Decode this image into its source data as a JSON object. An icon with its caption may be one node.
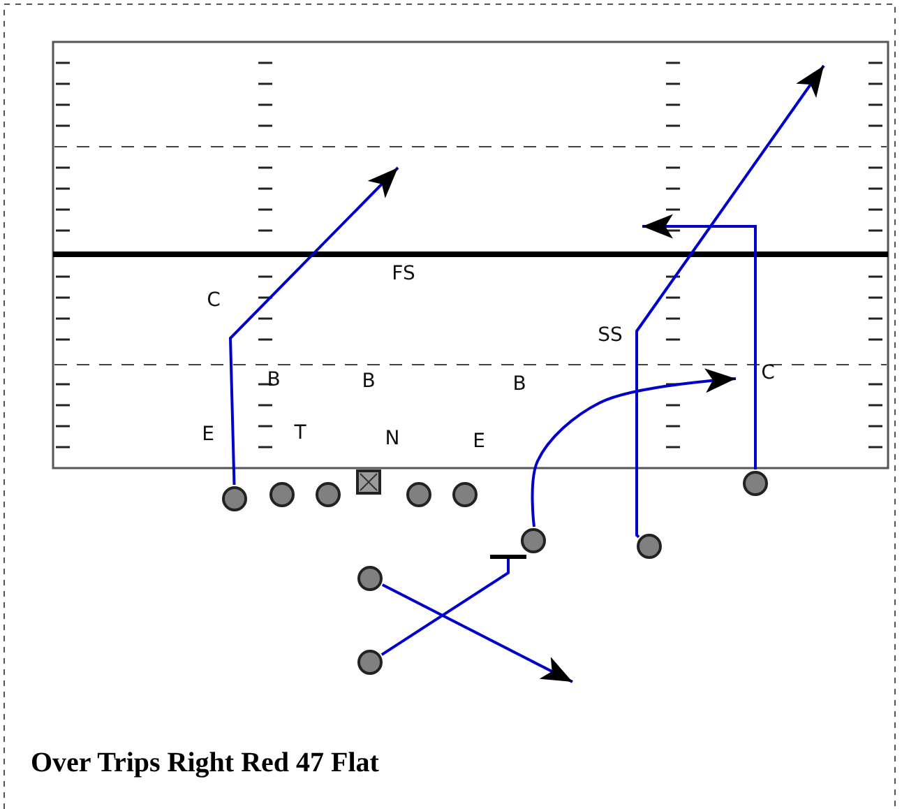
{
  "diagram": {
    "title": "Over Trips Right Red 47 Flat",
    "nodes": [
      {
        "text": [],
        "shape": "circle"
      },
      {
        "text": [],
        "shape": "circle"
      },
      {
        "text": [],
        "shape": "circle"
      },
      {
        "text": [],
        "shape": "box"
      },
      {
        "text": [],
        "shape": "circle"
      },
      {
        "text": [],
        "shape": "circle"
      },
      {
        "text": [],
        "shape": "circle"
      },
      {
        "text": [],
        "shape": "circle"
      },
      {
        "text": [],
        "shape": "circle"
      },
      {
        "text": [],
        "shape": "circle"
      },
      {
        "text": [],
        "shape": "circle"
      }
    ],
    "edges": [
      {
        "from": 0,
        "to": null,
        "arrow": "to"
      },
      {
        "from": 6,
        "to": null,
        "arrow": "to"
      },
      {
        "from": 7,
        "to": null,
        "arrow": "to"
      },
      {
        "from": 8,
        "to": null,
        "arrow": "to"
      },
      {
        "from": 9,
        "to": null,
        "arrow": "to"
      },
      {
        "from": 10,
        "to": 7,
        "arrow": "other"
      }
    ],
    "labels": [
      "FS",
      "C",
      "SS",
      "C",
      "B",
      "B",
      "B",
      "E",
      "T",
      "N",
      "E"
    ]
  }
}
